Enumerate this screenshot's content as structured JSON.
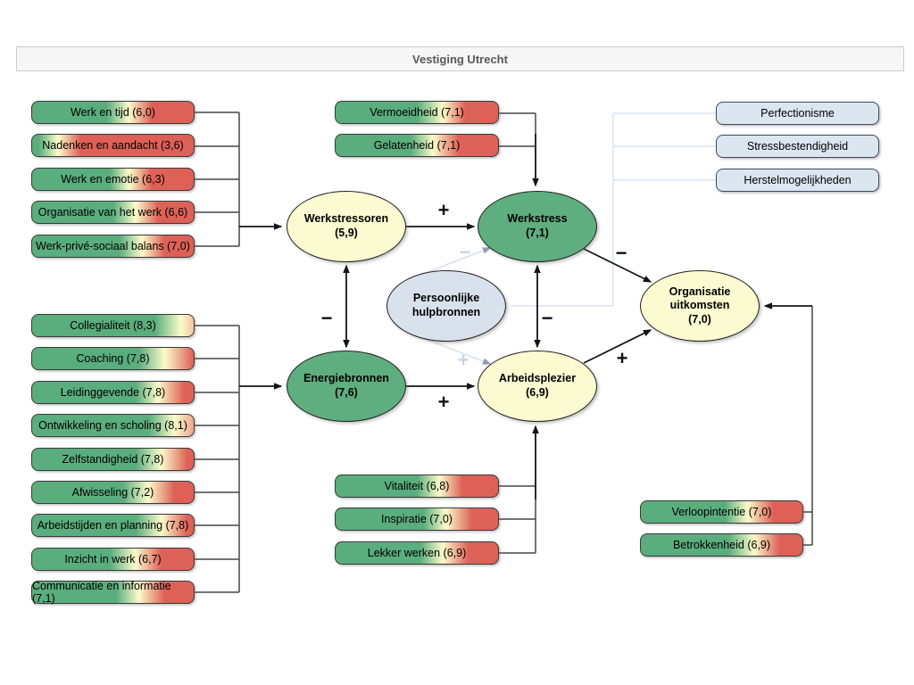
{
  "title": "Vestiging Utrecht",
  "colors": {
    "gradient_green": "#5aad7d",
    "gradient_yellow": "#fbfbca",
    "gradient_red": "#dd6157",
    "node_yellow": "#fcfad0",
    "node_green": "#5fae7f",
    "node_blue": "#d9e2ec",
    "moderator_fill": "#dce6f1",
    "wire_dark": "#2a2a2a",
    "wire_light": "#d9e4f2"
  },
  "nodes": {
    "werkstressoren": {
      "label": "Werkstressoren",
      "score": "(5,9)"
    },
    "werkstress": {
      "label": "Werkstress",
      "score": "(7,1)"
    },
    "persoonlijke_hulpbronnen": {
      "label": "Persoonlijke hulpbronnen",
      "score": ""
    },
    "energiebronnen": {
      "label": "Energiebronnen",
      "score": "(7,6)"
    },
    "arbeidsplezier": {
      "label": "Arbeidsplezier",
      "score": "(6,9)"
    },
    "organisatie_uitkomsten": {
      "label": "Organisatie uitkomsten",
      "score": "(7,0)"
    }
  },
  "groups": {
    "stressor_indicators": {
      "items": [
        {
          "label": "Werk en tijd (6,0)",
          "stops": [
            46,
            60,
            74
          ]
        },
        {
          "label": "Nadenken en aandacht (3,6)",
          "stops": [
            4,
            16,
            30
          ]
        },
        {
          "label": "Werk en emotie (6,3)",
          "stops": [
            48,
            60,
            74
          ]
        },
        {
          "label": "Organisatie van het werk (6,6)",
          "stops": [
            50,
            64,
            78
          ]
        },
        {
          "label": "Werk-privé-sociaal balans (7,0)",
          "stops": [
            54,
            68,
            82
          ]
        }
      ]
    },
    "energy_sources": {
      "items": [
        {
          "label": "Collegialiteit (8,3)",
          "stops": [
            76,
            92,
            115
          ]
        },
        {
          "label": "Coaching (7,8)",
          "stops": [
            66,
            82,
            100
          ]
        },
        {
          "label": "Leidinggevende (7,8)",
          "stops": [
            64,
            78,
            94
          ]
        },
        {
          "label": "Ontwikkeling en scholing (8,1)",
          "stops": [
            72,
            88,
            110
          ]
        },
        {
          "label": "Zelfstandigheid (7,8)",
          "stops": [
            64,
            80,
            96
          ]
        },
        {
          "label": "Afwisseling (7,2)",
          "stops": [
            56,
            72,
            88
          ]
        },
        {
          "label": "Arbeidstijden en planning (7,8)",
          "stops": [
            64,
            80,
            96
          ]
        },
        {
          "label": "Inzicht in werk (6,7)",
          "stops": [
            48,
            64,
            80
          ]
        },
        {
          "label": "Communicatie en informatie (7,1)",
          "stops": [
            52,
            66,
            82
          ]
        }
      ]
    },
    "werkstress_indicators": {
      "items": [
        {
          "label": "Vermoeidheid (7,1)",
          "stops": [
            50,
            66,
            80
          ]
        },
        {
          "label": "Gelatenheid (7,1)",
          "stops": [
            46,
            60,
            76
          ]
        }
      ]
    },
    "arbeidsplezier_indicators": {
      "items": [
        {
          "label": "Vitaliteit (6,8)",
          "stops": [
            50,
            64,
            78
          ]
        },
        {
          "label": "Inspiratie (7,0)",
          "stops": [
            54,
            68,
            84
          ]
        },
        {
          "label": "Lekker werken (6,9)",
          "stops": [
            52,
            66,
            82
          ]
        }
      ]
    },
    "personal_resources_factors": {
      "items": [
        {
          "label": "Perfectionisme"
        },
        {
          "label": "Stressbestendigheid"
        },
        {
          "label": "Herstelmogelijkheden"
        }
      ]
    },
    "outcome_indicators": {
      "items": [
        {
          "label": "Verloopintentie (7,0)",
          "stops": [
            52,
            66,
            82
          ]
        },
        {
          "label": "Betrokkenheid (6,9)",
          "stops": [
            54,
            70,
            86
          ]
        }
      ]
    }
  },
  "relations": {
    "werkstressoren_to_werkstress": "+",
    "energiebronnen_to_werkstressoren": "−",
    "werkstress_to_arbeidsplezier": "−",
    "energiebronnen_to_arbeidsplezier": "+",
    "werkstress_to_uitkomsten": "−",
    "arbeidsplezier_to_uitkomsten": "+",
    "hulpbronnen_to_werkstress": "−",
    "hulpbronnen_to_arbeidsplezier": "+"
  }
}
